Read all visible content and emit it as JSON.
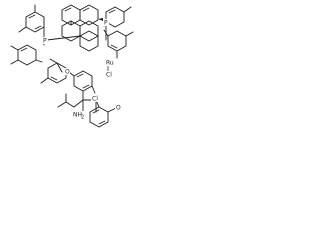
{
  "atom_labels": {
    "p_left": "P",
    "p_right": "P",
    "ru": "Ru",
    "cl_top": "Cl",
    "cl_bottom": "Cl",
    "n_amine": "NH",
    "h2_amine": "2",
    "o_methoxy_left": "O",
    "o_methoxy_right": "O"
  }
}
